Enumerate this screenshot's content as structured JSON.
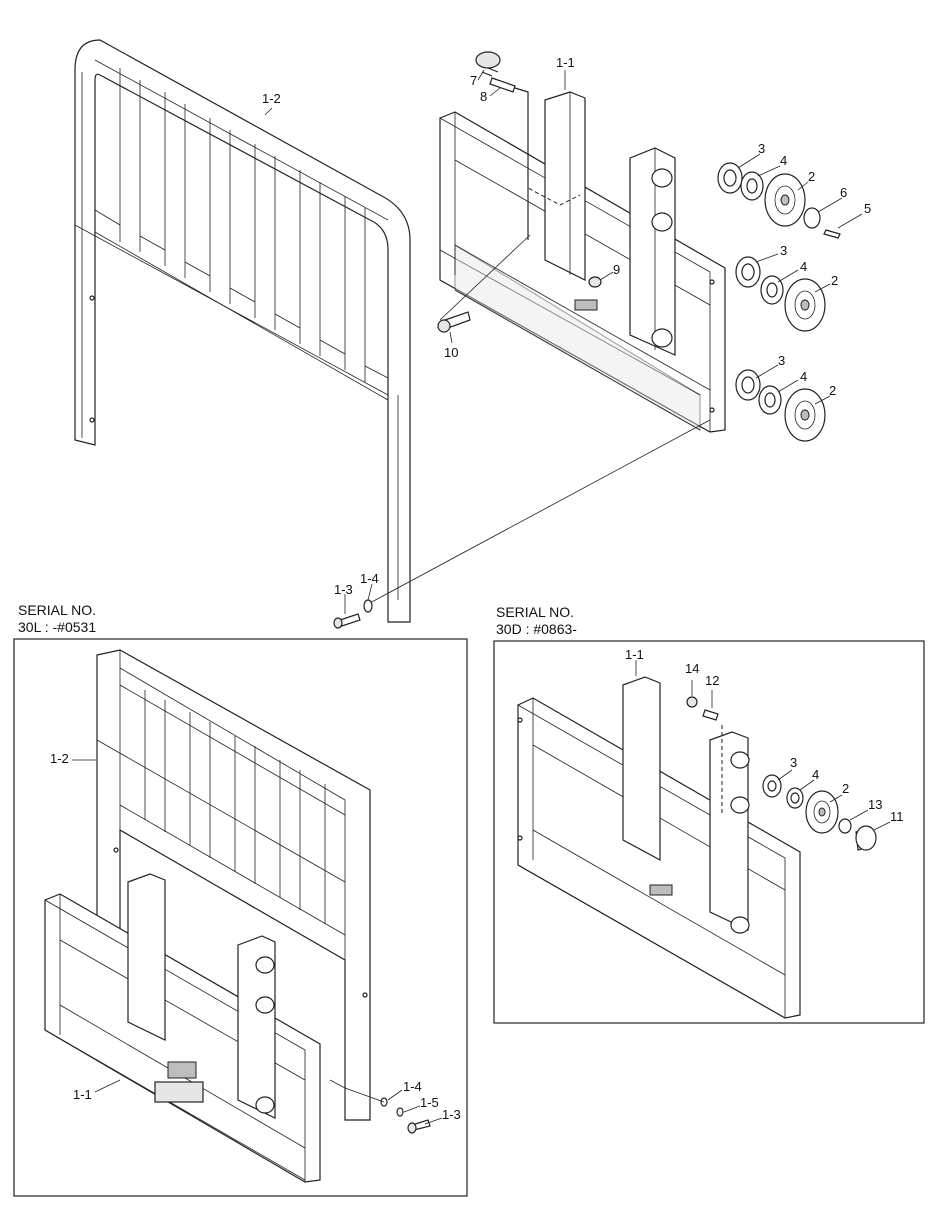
{
  "top_partial_text": "",
  "left_box": {
    "serial_title": "SERIAL NO.",
    "serial_range": "30L : -#0531"
  },
  "right_box": {
    "serial_title": "SERIAL NO.",
    "serial_range": "30D : #0863-"
  },
  "main_labels": {
    "p1_2": "1-2",
    "p1_1": "1-1",
    "p7": "7",
    "p8": "8",
    "p3a": "3",
    "p4a": "4",
    "p2a": "2",
    "p6": "6",
    "p5": "5",
    "p3b": "3",
    "p4b": "4",
    "p2b": "2",
    "p9": "9",
    "p10": "10",
    "p3c": "3",
    "p4c": "4",
    "p2c": "2",
    "p1_3": "1-3",
    "p1_4": "1-4"
  },
  "left_labels": {
    "p1_2": "1-2",
    "p1_1": "1-1",
    "p1_4": "1-4",
    "p1_5": "1-5",
    "p1_3": "1-3"
  },
  "right_labels": {
    "p1_1": "1-1",
    "p14": "14",
    "p12": "12",
    "p3": "3",
    "p4": "4",
    "p2": "2",
    "p13": "13",
    "p11": "11"
  }
}
